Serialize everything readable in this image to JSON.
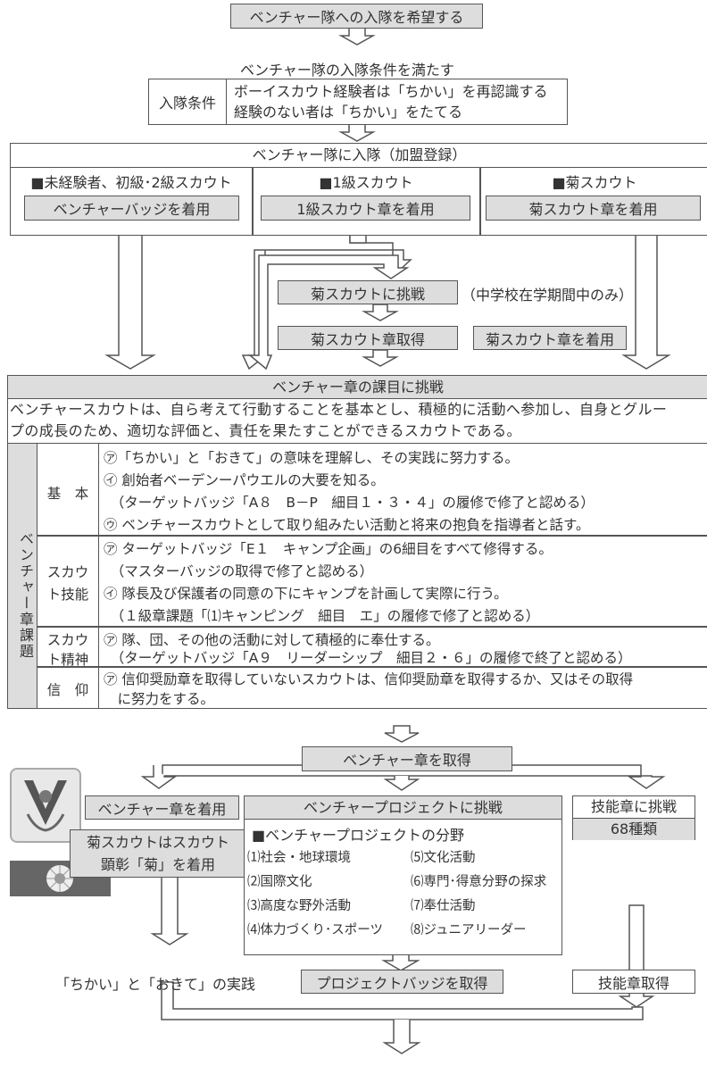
{
  "top": {
    "apply": "ベンチャー隊への入隊を希望する",
    "meet_conditions": "ベンチャー隊の入隊条件を満たす",
    "condition_label": "入隊条件",
    "condition_lines": [
      "ボーイスカウト経験者は「ちかい」を再認識する",
      "経験のない者は「ちかい」をたてる"
    ]
  },
  "join": {
    "title": "ベンチャー隊に入隊（加盟登録）",
    "columns": [
      {
        "heading": "■未経験者、初級･2級スカウト",
        "badge": "ベンチャーバッジを着用"
      },
      {
        "heading": "■1級スカウト",
        "badge": "1級スカウト章を着用"
      },
      {
        "heading": "■菊スカウト",
        "badge": "菊スカウト章を着用"
      }
    ]
  },
  "kiku": {
    "challenge": "菊スカウトに挑戦",
    "challenge_note": "（中学校在学期間中のみ）",
    "acquire": "菊スカウト章取得",
    "wear": "菊スカウト章を着用"
  },
  "requirements": {
    "title": "ベンチャー章の課目に挑戦",
    "intro_lines": [
      "ベンチャースカウトは、自ら考えて行動することを基本とし、積極的に活動へ参加し、自身とグルー",
      "プの成長のため、適切な評価と、責任を果たすことができるスカウトである。"
    ],
    "side_label": "ベンチャー章課題",
    "groups": [
      {
        "name_lines": [
          "基　本"
        ],
        "items": [
          "㋐「ちかい」と「おきて」の意味を理解し、その実践に努力する。",
          "㋑ 創始者ベーデンーパウエルの大要を知る。",
          "　（ターゲットバッジ「A８　B－P　細目１・３・４」の履修で修了と認める）",
          "㋒ ベンチャースカウトとして取り組みたい活動と将来の抱負を指導者と話す。"
        ]
      },
      {
        "name_lines": [
          "スカウ",
          "ト技能"
        ],
        "items": [
          "㋐ ターゲットバッジ「E１　キャンプ企画」の6細目をすべて修得する。",
          "　（マスターバッジの取得で修了と認める）",
          "㋑ 隊長及び保護者の同意の下にキャンプを計画して実際に行う。",
          "　（１級章課題「⑴キャンピング　細目　エ」の履修で修了と認める）"
        ]
      },
      {
        "name_lines": [
          "スカウ",
          "ト精神"
        ],
        "items": [
          "㋐ 隊、団、その他の活動に対して積極的に奉仕する。",
          "　（ターゲットバッジ「A９　リーダーシップ　細目２・６」の履修で終了と認める）"
        ]
      },
      {
        "name_lines": [
          "信　仰"
        ],
        "items": [
          "㋐ 信仰奨励章を取得していないスカウトは、信仰奨励章を取得するか、又はその取得",
          "　に努力をする。"
        ]
      }
    ]
  },
  "badge": {
    "acquire": "ベンチャー章を取得",
    "wear": "ベンチャー章を着用",
    "kiku_note_lines": [
      "菊スカウトはスカウト",
      "顕彰「菊」を着用"
    ]
  },
  "project": {
    "title": "ベンチャープロジェクトに挑戦",
    "fields_heading": "■ベンチャープロジェクトの分野",
    "fields": [
      "⑴社会・地球環境",
      "⑸文化活動",
      "⑵国際文化",
      "⑹専門･得意分野の探求",
      "⑶高度な野外活動",
      "⑺奉仕活動",
      "⑷体力づくり･スポーツ",
      "⑻ジュニアリーダー"
    ],
    "acquire": "プロジェクトバッジを取得"
  },
  "skill": {
    "challenge": "技能章に挑戦",
    "count": "68種類",
    "acquire": "技能章取得"
  },
  "practice": "「ちかい」と「おきて」の実践",
  "icons": {
    "arrow": "hollow-down-arrow-icon",
    "venture_badge": "venture-badge-emblem-icon",
    "kiku_emblem": "kiku-chrysanthemum-emblem-icon"
  }
}
